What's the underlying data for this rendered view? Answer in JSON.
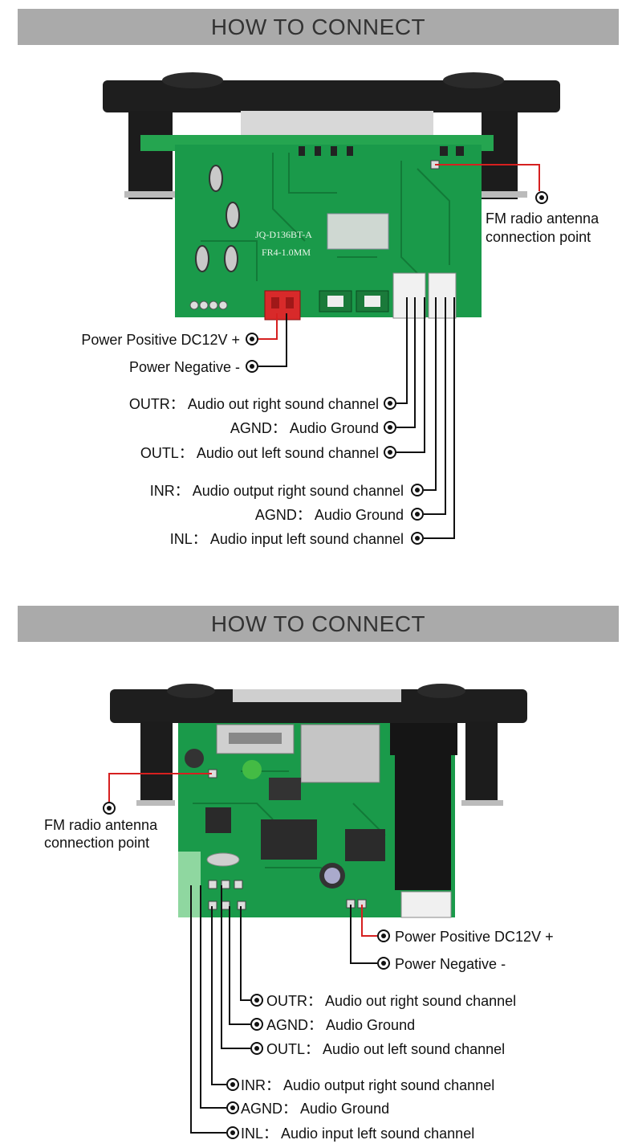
{
  "sections": [
    {
      "title": "HOW TO CONNECT",
      "board": {
        "silkscreen_model": "JQ-D136BT-A",
        "silkscreen_spec": "FR4-1.0MM"
      },
      "labels": {
        "fm": [
          "FM radio antenna",
          "connection point"
        ],
        "power_pos": "Power Positive DC12V +",
        "power_neg": "Power Negative -",
        "outr": "OUTR： Audio out right sound channel",
        "agnd1": "AGND： Audio Ground",
        "outl": "OUTL： Audio out left sound channel",
        "inr": "INR： Audio output right sound channel",
        "agnd2": "AGND： Audio Ground",
        "inl": "INL： Audio input left sound channel"
      }
    },
    {
      "title": "HOW TO CONNECT",
      "labels": {
        "fm": [
          "FM radio antenna",
          "connection point"
        ],
        "power_pos": "Power Positive DC12V +",
        "power_neg": "Power Negative -",
        "outr": "OUTR： Audio out right sound channel",
        "agnd1": "AGND： Audio Ground",
        "outl": "OUTL： Audio out left sound channel",
        "inr": "INR： Audio output right sound channel",
        "agnd2": "AGND： Audio Ground",
        "inl": "INL： Audio input left sound channel"
      }
    }
  ],
  "colors": {
    "banner": "#aaaaaa",
    "pcb": "#1a9a4a",
    "frame": "#222222",
    "power_wire": "#d62020",
    "wire": "#111111"
  }
}
